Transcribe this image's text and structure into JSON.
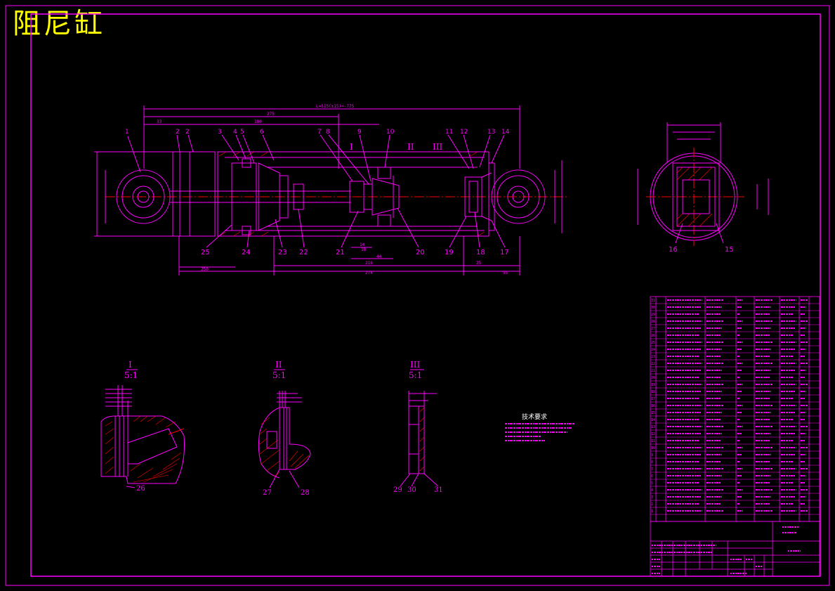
{
  "title": "阻尼缸",
  "colors": {
    "border": "#ff00ff",
    "lines": "#ff00ff",
    "title": "#ffff00",
    "centerline": "#ff0000",
    "hatch": "#ff0000"
  },
  "dimensions": {
    "overall_length": "L=515(±15)=-775",
    "len_275": "275",
    "len_180": "180",
    "len_33": "33",
    "len_250": "250",
    "len_216": "216",
    "len_274": "274",
    "len_25": "25",
    "len_55": "55",
    "len_44": "44",
    "len_14": "14",
    "len_18": "18"
  },
  "part_labels": {
    "top": [
      "1",
      "2",
      "3",
      "4",
      "5",
      "6",
      "7",
      "8",
      "9",
      "10",
      "11",
      "12",
      "13",
      "14"
    ],
    "bottom": [
      "25",
      "24",
      "23",
      "22",
      "21",
      "20",
      "19",
      "18",
      "17"
    ],
    "side": [
      "16",
      "15"
    ]
  },
  "section_labels": [
    "I",
    "II",
    "III"
  ],
  "details": [
    {
      "id": "I",
      "scale": "5:1",
      "part": "26"
    },
    {
      "id": "II",
      "scale": "5:1",
      "parts": [
        "27",
        "28"
      ]
    },
    {
      "id": "III",
      "scale": "5:1",
      "parts": [
        "29",
        "30",
        "31"
      ]
    }
  ],
  "tech_requirements": {
    "heading": "技术要求"
  },
  "bom_rows": [
    "31",
    "30",
    "29",
    "28",
    "27",
    "26",
    "25",
    "24",
    "23",
    "22",
    "21",
    "20",
    "19",
    "18",
    "17",
    "16",
    "15",
    "14",
    "13",
    "12",
    "11",
    "10",
    "9",
    "8",
    "7",
    "6",
    "5",
    "4",
    "3",
    "2",
    "1"
  ]
}
